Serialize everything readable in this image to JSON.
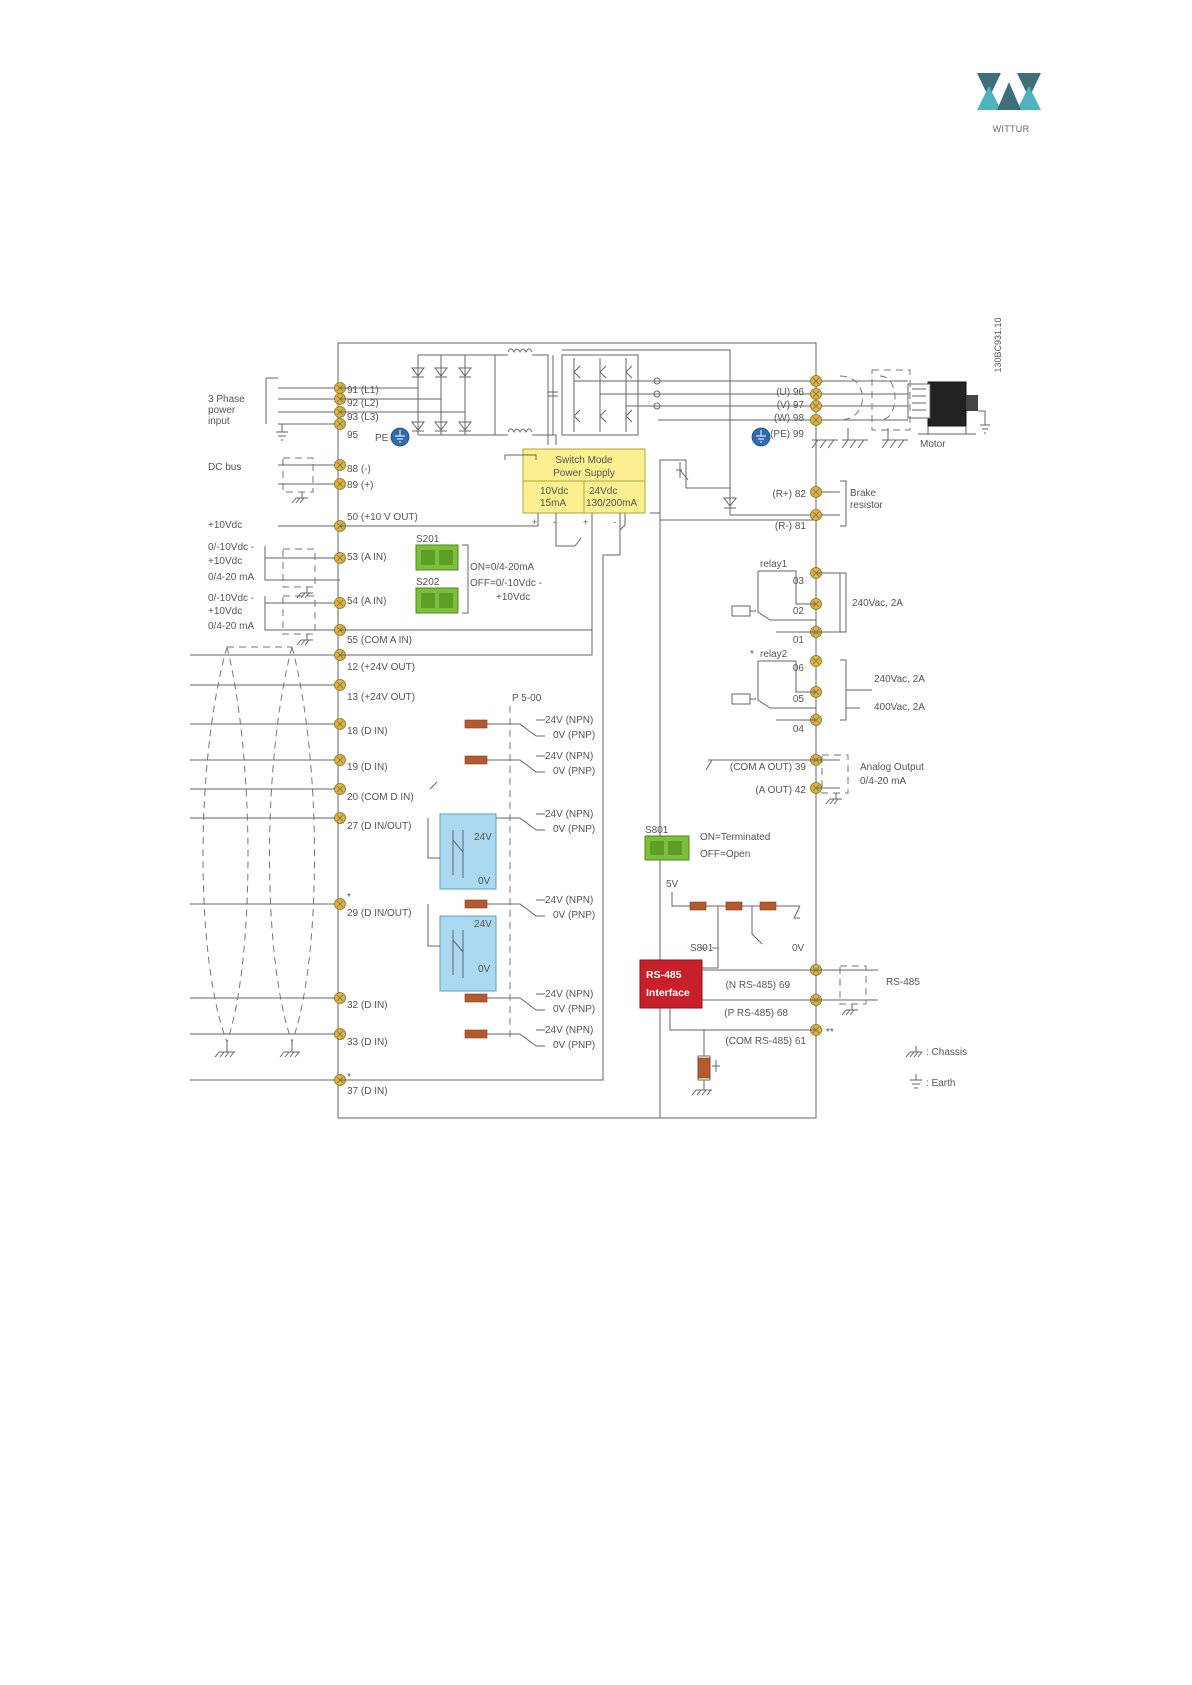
{
  "brand": {
    "name": "WITTUR",
    "colors": {
      "dark": "#3f6f78",
      "accent": "#4fb3bf"
    }
  },
  "doc_code": "130BC931.10",
  "colors": {
    "terminal": "#d7b54c",
    "resistor": "#b55a2e",
    "psu": "#fbef8f",
    "switch": "#7bbf3a",
    "opto": "#aad8f0",
    "rs485": "#c8202a",
    "pe": "#2f6cb1"
  },
  "left_labels": {
    "three_phase": [
      "3 Phase",
      "power",
      "input"
    ],
    "dc_bus": "DC bus",
    "ref_10v": "+10Vdc",
    "ain1": [
      "0/-10Vdc -",
      "+10Vdc",
      "0/4-20 mA"
    ],
    "ain2": [
      "0/-10Vdc -",
      "+10Vdc",
      "0/4-20 mA"
    ]
  },
  "terminals_left": [
    {
      "id": "91",
      "label": "91 (L1)"
    },
    {
      "id": "92",
      "label": "92 (L2)"
    },
    {
      "id": "93",
      "label": "93 (L3)"
    },
    {
      "id": "95",
      "label": "95"
    },
    {
      "id": "88",
      "label": "88 (-)"
    },
    {
      "id": "89",
      "label": "89 (+)"
    },
    {
      "id": "50",
      "label": "50 (+10 V OUT)"
    },
    {
      "id": "53",
      "label": "53 (A IN)"
    },
    {
      "id": "54",
      "label": "54 (A IN)"
    },
    {
      "id": "55",
      "label": "55 (COM A IN)"
    },
    {
      "id": "12",
      "label": "12 (+24V OUT)"
    },
    {
      "id": "13",
      "label": "13 (+24V OUT)"
    },
    {
      "id": "18",
      "label": "18 (D IN)"
    },
    {
      "id": "19",
      "label": "19 (D IN)"
    },
    {
      "id": "20",
      "label": "20     (COM D IN)"
    },
    {
      "id": "27",
      "label": "27     (D IN/OUT)"
    },
    {
      "id": "29",
      "label": "29     (D IN/OUT)"
    },
    {
      "id": "32",
      "label": "32 (D IN)"
    },
    {
      "id": "33",
      "label": "33 (D IN)"
    },
    {
      "id": "37",
      "label": "37 (D IN)"
    }
  ],
  "pe_label": "PE",
  "psu": {
    "title": [
      "Switch Mode",
      "Power Supply"
    ],
    "out1": [
      "10Vdc",
      "15mA"
    ],
    "out2": [
      "24Vdc",
      "130/200mA"
    ],
    "polarity": [
      "+",
      "-",
      "+",
      "-"
    ]
  },
  "switches": {
    "s201": "S201",
    "s202": "S202",
    "mode_on": "ON=0/4-20mA",
    "mode_off": [
      "OFF=0/-10Vdc -",
      "+10Vdc"
    ],
    "s801": "S801",
    "s801_on": "ON=Terminated",
    "s801_off": "OFF=Open",
    "s801_internal": "S801"
  },
  "digital_inputs": {
    "p500": "P 5-00",
    "npn": "24V (NPN)",
    "pnp": "0V (PNP)",
    "opto_24v": "24V",
    "opto_0v": "0V",
    "star": "*"
  },
  "terminals_right": [
    {
      "id": "96",
      "label": "(U) 96"
    },
    {
      "id": "97",
      "label": "(V) 97"
    },
    {
      "id": "98",
      "label": "(W) 98"
    },
    {
      "id": "99",
      "label": "(PE) 99"
    },
    {
      "id": "82",
      "label": "(R+) 82"
    },
    {
      "id": "81",
      "label": "(R-) 81"
    },
    {
      "id": "03",
      "label": "03"
    },
    {
      "id": "02",
      "label": "02"
    },
    {
      "id": "01",
      "label": "01"
    },
    {
      "id": "06",
      "label": "06"
    },
    {
      "id": "05",
      "label": "05"
    },
    {
      "id": "04",
      "label": "04"
    },
    {
      "id": "39",
      "label": "(COM A OUT) 39"
    },
    {
      "id": "42",
      "label": "(A OUT) 42"
    },
    {
      "id": "69",
      "label": "(N RS-485) 69"
    },
    {
      "id": "68",
      "label": "(P RS-485) 68"
    },
    {
      "id": "61",
      "label": "(COM RS-485) 61"
    }
  ],
  "right_labels": {
    "motor": "Motor",
    "brake": [
      "Brake",
      "resistor"
    ],
    "relay1": "relay1",
    "relay2": "relay2",
    "relay2_star": "*",
    "relay1_rating": "240Vac, 2A",
    "relay2_rating1": "240Vac, 2A",
    "relay2_rating2": "400Vac, 2A",
    "analog_output": [
      "Analog Output",
      "0/4-20 mA"
    ],
    "rs485": "RS-485",
    "rs485_interface": [
      "RS-485",
      "Interface"
    ],
    "v5": "5V",
    "v0": "0V",
    "double_star": "**"
  },
  "legend": {
    "chassis": ": Chassis",
    "earth": ": Earth"
  }
}
